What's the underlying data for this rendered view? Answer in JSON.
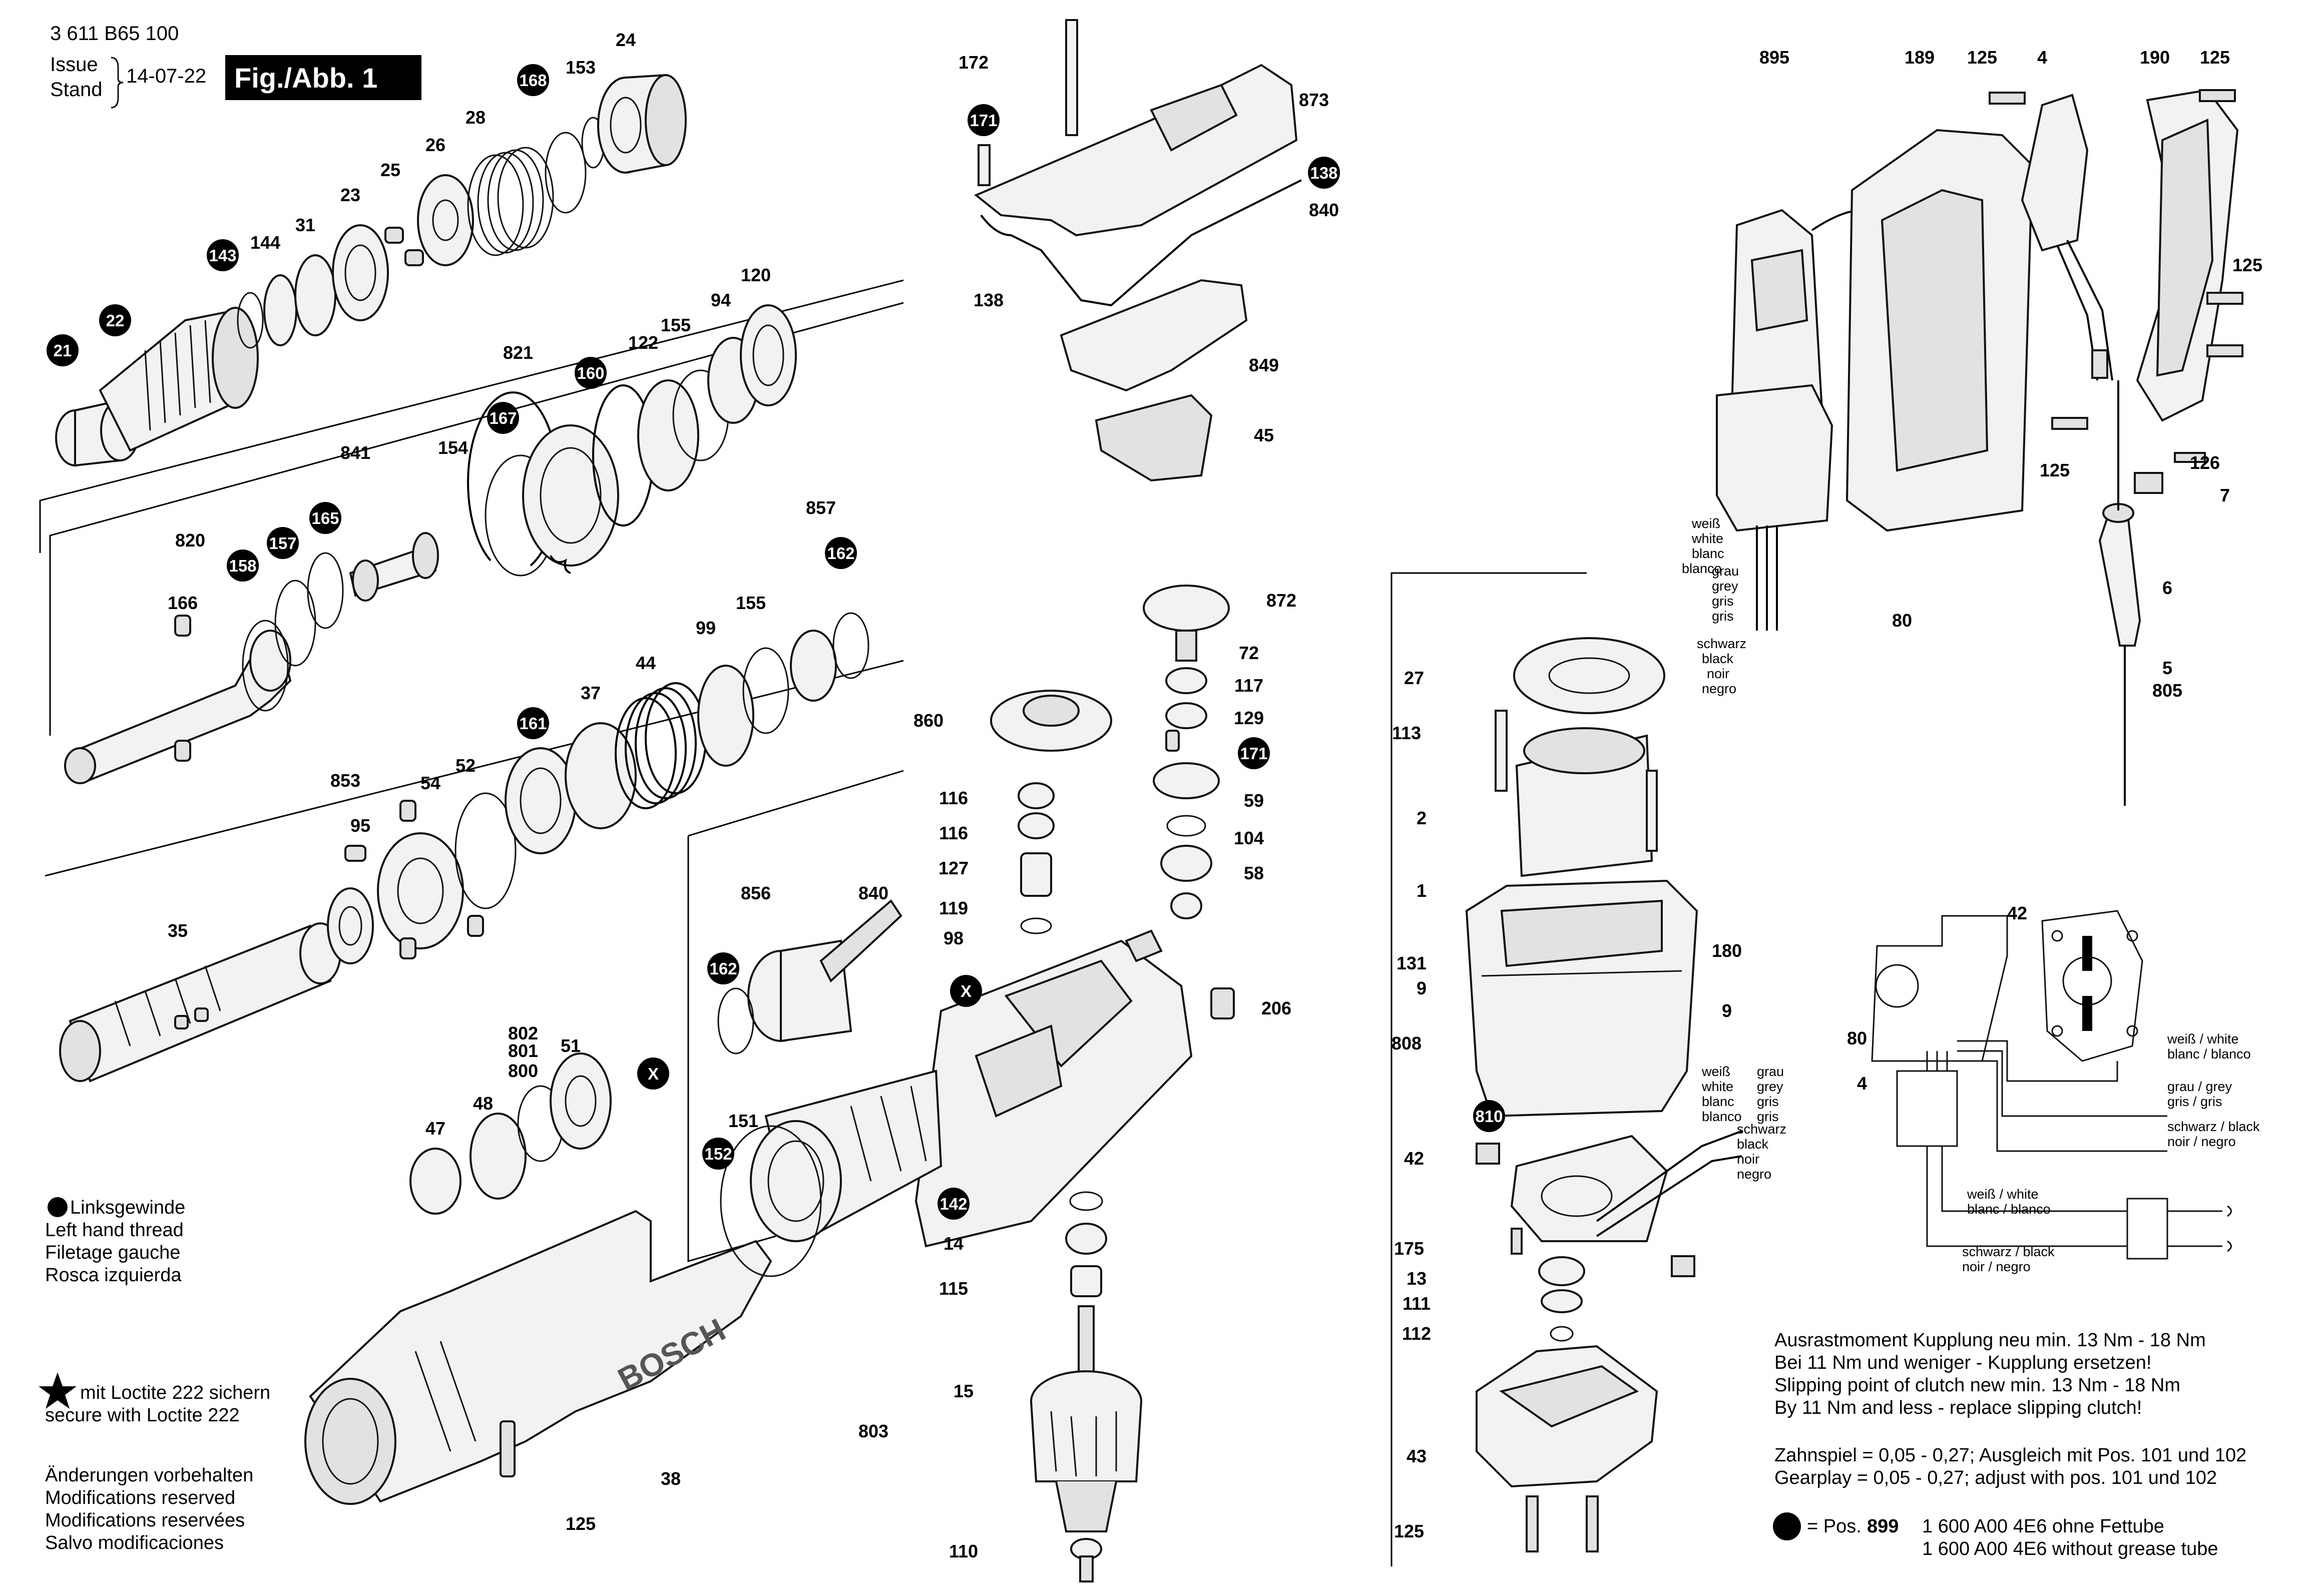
{
  "header": {
    "drawing_no": "3 611 B65 100",
    "issue_label": "Issue",
    "stand_label": "Stand",
    "date": "14-07-22",
    "figure": "Fig./Abb. 1"
  },
  "legend": {
    "left_hand_thread": [
      "Linksgewinde",
      "Left hand thread",
      "Filetage gauche",
      "Rosca izquierda"
    ],
    "loctite": [
      "mit Loctite 222 sichern",
      "secure with Loctite 222"
    ],
    "changes": [
      "Änderungen vorbehalten",
      "Modifications reserved",
      "Modifications reservées",
      "Salvo modificaciones"
    ]
  },
  "clutch_note": [
    "Ausrastmoment Kupplung neu min. 13 Nm - 18 Nm",
    "Bei 11 Nm und weniger - Kupplung ersetzen!",
    "Slipping point of clutch new min. 13 Nm - 18 Nm",
    "By 11 Nm and less - replace slipping clutch!"
  ],
  "gear_note": [
    "Zahnspiel = 0,05 - 0,27;  Ausgleich mit Pos. 101 und 102",
    "Gearplay = 0,05 - 0,27;  adjust with pos. 101 und 102"
  ],
  "grease_note": {
    "prefix": "= Pos.",
    "pos": "899",
    "line1": "1 600 A00 4E6 ohne Fettube",
    "line2": "1 600 A00 4E6 without grease tube"
  },
  "brand": "BOSCH",
  "wire_colors": {
    "white": [
      "weiß",
      "white",
      "blanc",
      "blanco"
    ],
    "grey": [
      "grau",
      "grey",
      "gris",
      "gris"
    ],
    "black": [
      "schwarz",
      "black",
      "noir",
      "negro"
    ]
  },
  "wiring_labels": {
    "white": "weiß / white",
    "white2": "blanc / blanco",
    "grey": "grau / grey",
    "grey2": "gris / gris",
    "black": "schwarz / black",
    "black2": "noir / negro"
  },
  "callouts": [
    "3",
    "611",
    "B65",
    "100",
    "24",
    "153",
    "168",
    "28",
    "26",
    "25",
    "23",
    "31",
    "144",
    "143",
    "22",
    "21",
    "821",
    "160",
    "167",
    "122",
    "155",
    "94",
    "120",
    "154",
    "841",
    "165",
    "157",
    "158",
    "820",
    "166",
    "857",
    "162",
    "155",
    "99",
    "44",
    "37",
    "161",
    "853",
    "95",
    "54",
    "52",
    "35",
    "802",
    "801",
    "800",
    "51",
    "47",
    "48",
    "X",
    "172",
    "171",
    "873",
    "138",
    "840",
    "138",
    "849",
    "45",
    "872",
    "72",
    "117",
    "129",
    "171",
    "59",
    "104",
    "58",
    "860",
    "116",
    "116",
    "127",
    "119",
    "98",
    "840",
    "206",
    "856",
    "162",
    "151",
    "152",
    "X",
    "142",
    "14",
    "115",
    "15",
    "803",
    "110",
    "38",
    "125",
    "895",
    "189",
    "125",
    "4",
    "190",
    "125",
    "125",
    "125",
    "126",
    "7",
    "6",
    "5",
    "805",
    "80",
    "27",
    "113",
    "2",
    "1",
    "180",
    "131",
    "9",
    "9",
    "808",
    "810",
    "42",
    "175",
    "13",
    "111",
    "112",
    "43",
    "125",
    "42",
    "80",
    "4"
  ]
}
